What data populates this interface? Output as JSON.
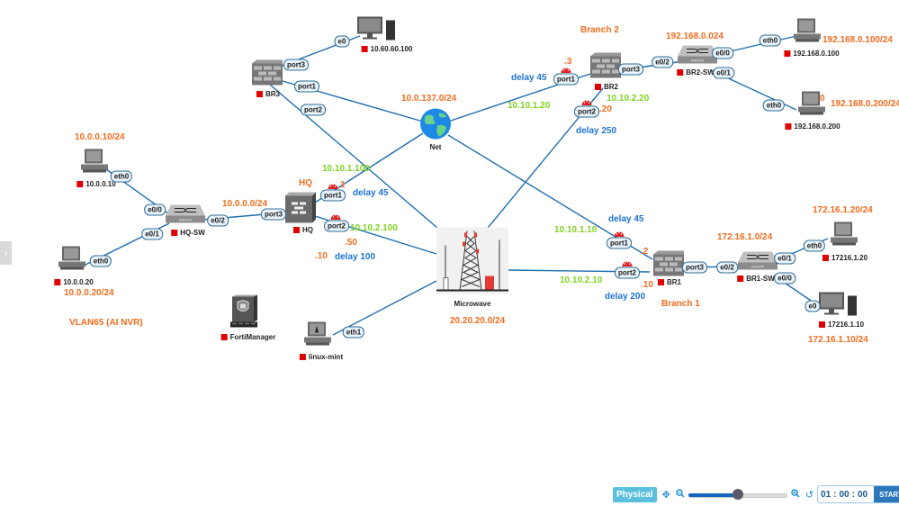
{
  "colors": {
    "link": "#1f6eb0",
    "subnet_label": "#f26b1d",
    "ip_label": "#7ed321",
    "delay_label": "#1e73d2",
    "status_stopped": "#e00000",
    "accent": "#5bc0de"
  },
  "nodes": {
    "br3": {
      "label": "BR3",
      "icon": "firewall-icon"
    },
    "pc_10_60": {
      "label": "10.60.60.100",
      "icon": "desktop-icon"
    },
    "net": {
      "label": "Net",
      "icon": "globe-icon"
    },
    "br2": {
      "label": "BR2",
      "icon": "firewall-icon"
    },
    "br2_sw": {
      "label": "BR2-SW",
      "icon": "switch-icon",
      "brand": "ARISTA"
    },
    "pc_192_100": {
      "label": "192.168.0.100",
      "icon": "pc-icon"
    },
    "pc_192_200": {
      "label": "192.168.0.200",
      "icon": "pc-icon"
    },
    "pc_10_10": {
      "label": "10.0.0.10",
      "icon": "pc-icon"
    },
    "hq_sw": {
      "label": "HQ-SW",
      "icon": "switch-icon",
      "brand": "ARISTA"
    },
    "pc_10_20": {
      "label": "10.0.0.20",
      "icon": "pc-icon"
    },
    "hq": {
      "label": "HQ",
      "icon": "fortigate-icon"
    },
    "microwave": {
      "label": "Microwave",
      "icon": "microwave-tower-icon"
    },
    "fortimanager": {
      "label": "FortiManager",
      "icon": "fortimanager-icon"
    },
    "linux_mint": {
      "label": "linux-mint",
      "icon": "linux-pc-icon"
    },
    "br1": {
      "label": "BR1",
      "icon": "firewall-icon"
    },
    "br1_sw": {
      "label": "BR1-SW",
      "icon": "switch-icon",
      "brand": "ARISTA"
    },
    "pc_172_20": {
      "label": "17216.1.20",
      "icon": "pc-icon"
    },
    "pc_172_10": {
      "label": "17216.1.10",
      "icon": "desktop-icon"
    }
  },
  "ports": {
    "br3_e0": "e0",
    "br3_port3": "port3",
    "br3_port1": "port1",
    "br3_port2": "port2",
    "br2_port1": "port1",
    "br2_port2": "port2",
    "br2_port3": "port3",
    "br2sw_e02": "e0/2",
    "br2sw_e00": "e0/0",
    "br2sw_e01": "e0/1",
    "pc100_eth0": "eth0",
    "pc200_eth0": "eth0",
    "pc10_eth0": "eth0",
    "hqsw_e00": "e0/0",
    "hqsw_e01": "e0/1",
    "hqsw_e02": "e0/2",
    "pc20_eth0": "eth0",
    "hq_port3": "port3",
    "hq_port1": "port1",
    "hq_port2": "port2",
    "mint_eth1": "eth1",
    "br1_port1": "port1",
    "br1_port2": "port2",
    "br1_port3": "port3",
    "br1sw_e02": "e0/2",
    "br1sw_e01": "e0/1",
    "br1sw_e00": "e0/0",
    "pc17220_eth0": "eth0",
    "pc17210_e0": "e0"
  },
  "annotations": {
    "subnet_net": "10.0.137.0/24",
    "branch2": "Branch 2",
    "br2_dot3": ".3",
    "br2_lan": "192.168.0.024",
    "pc100_cidr": "192.168.0.100/24",
    "pc200_cidr": "192.168.0.200/24",
    "pc200_zero": "0",
    "br2_port2_ip": "10.10.2.20",
    "br2_dot20": ".20",
    "br2_port1_ip": "10.10.1.20",
    "delay_br2_p1": "delay 45",
    "delay_br2_p2": "delay 250",
    "pc10_cidr": "10.0.0.10/24",
    "hq_lan": "10.0.0.0/24",
    "pc20_cidr": "10.0.0.20/24",
    "vlan": "VLAN65 (AI NVR)",
    "hq_title": "HQ",
    "hq_port1_ip": "10.10.1.100",
    "hq_dot1": "1",
    "delay_hq_p1": "delay 45",
    "hq_port2_ip": "10.10.2.100",
    "hq_dot50": ".50",
    "hq_dot10": ".10",
    "delay_hq_p2": "delay 100",
    "microwave_subnet": "20.20.20.0/24",
    "delay_br1_p1": "delay 45",
    "br1_port1_ip": "10.10.1.10",
    "br1_dot2": ".2",
    "br1_port2_ip": "10.10.2.10",
    "br1_dot10": ".10",
    "delay_br1_p2": "delay 200",
    "branch1": "Branch 1",
    "br1_lan": "172.16.1.0/24",
    "pc17220_cidr": "172.16.1.20/24",
    "pc17210_cidr": "172.16.1.10/24"
  },
  "toolbar": {
    "physical_label": "Physical",
    "zoom_level": 0.5,
    "timer": {
      "hours": "01",
      "minutes": "00",
      "seconds": "00",
      "separator": ":"
    },
    "start_label": "START",
    "side_toggle": "›"
  }
}
